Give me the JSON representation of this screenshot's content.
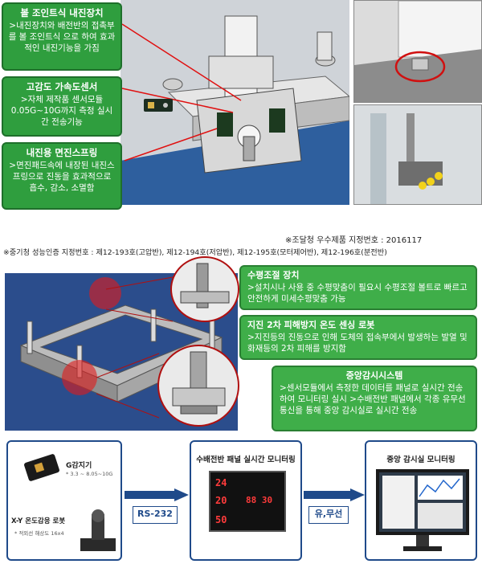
{
  "top": {
    "box1": {
      "title": "볼 조인트식 내진장치",
      "body": ">내진장치와 배전반의 접촉부를 볼 조인트식 으로 하여 효과적인 내진기능을 가짐"
    },
    "box2": {
      "title": "고감도 가속도센서",
      "body": ">자체 제작품 센서모듈 0.05G~10G까지 측정 실시간 전송기능"
    },
    "box3": {
      "title": "내진용 면진스프링",
      "body": ">면진패드속에 내장된 내진스프링으로 진동을 효과적으로 흡수, 감소, 소멸함"
    }
  },
  "refs": {
    "line1": "※조달청 우수제품 지정번호 : 2016117",
    "line2": "※중기청 성능인증 지정번호 : 제12-193호(고압반), 제12-194호(저압반), 제12-195호(모터제어반), 제12-196호(분전반)"
  },
  "mid": {
    "box1": {
      "title": "수평조절 장치",
      "body": ">설치시나 사용 중 수평맞춤이 필요시 수평조절 볼트로 빠르고 안전하게 미세수평맞춤 가능"
    },
    "box2": {
      "title": "지진 2차 피해방지 온도 센싱 로봇",
      "body": ">지진등의 진동으로 인해 도체의 접속부에서 발생하는 발열 및 화재등의 2차 피해를 방지함"
    },
    "box3": {
      "title": "중앙감시시스템",
      "body": ">센서모듈에서 측정한 데이터를 패널로 실시간 전송하여 모니터링 실시 >수배전반 패널에서 각종 유무선 통신을 통해 중앙 감시실로 실시간 전송"
    }
  },
  "bottom": {
    "sensor_label": "G감지기",
    "sensor_sub": "* 3.3 ~ 8.05~10G",
    "robot_label": "X-Y 온도감응 로봇",
    "robot_sub": "* 적외선 해상도 16x4",
    "link1": "RS-232",
    "panel_title": "수배전반 패널 실시간 모니터링",
    "panel_readouts": [
      "24",
      "20",
      "50",
      "88 30"
    ],
    "link2": "유,무선",
    "center_title": "중앙 감시실 모니터링"
  }
}
